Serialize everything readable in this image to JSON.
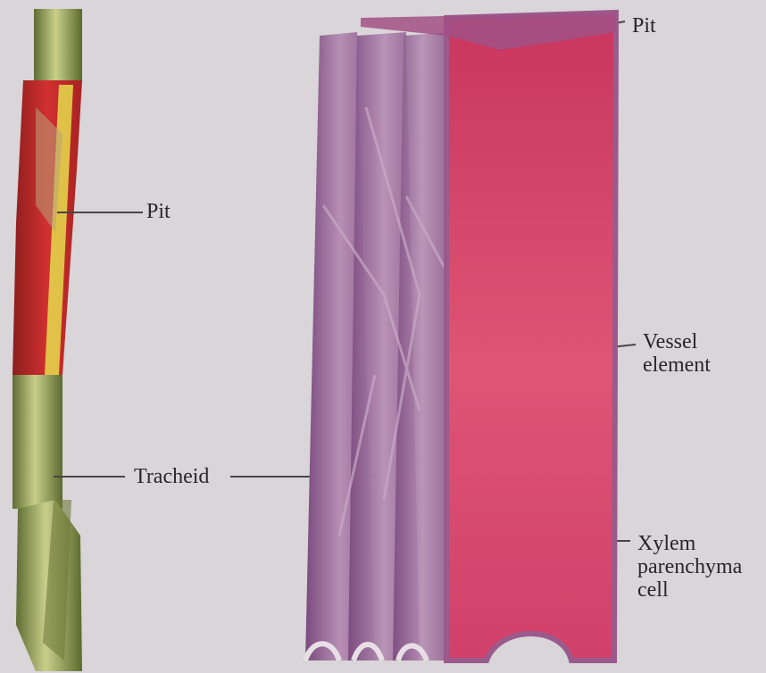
{
  "labels": {
    "pit_left": "Pit",
    "tracheid": "Tracheid",
    "pit_right": "Pit",
    "vessel_element": [
      "Vessel",
      "element"
    ],
    "xylem_parenchyma_cell": [
      "Xylem",
      "parenchyma",
      "cell"
    ]
  },
  "colors": {
    "paper": "#d9d5d8",
    "vessel_red": "#d13a63",
    "vessel_border": "#9a5a8c",
    "tracheid_purple": "#9a6c98",
    "tracheid_green": "#8e9a55",
    "tracheid_red": "#c92a2a",
    "tracheid_yellow": "#e3d24a"
  }
}
